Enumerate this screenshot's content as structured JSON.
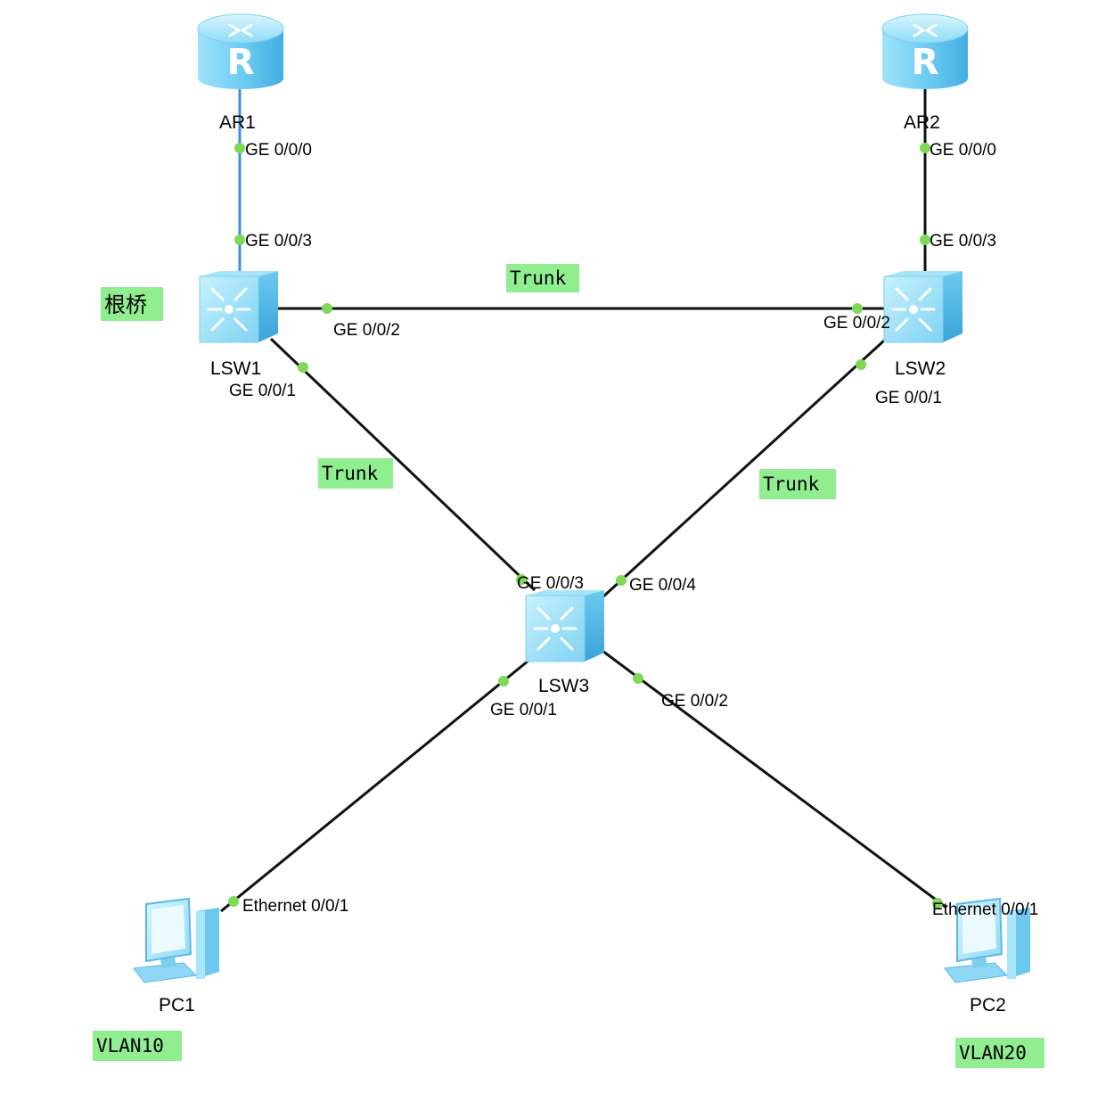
{
  "colors": {
    "link": "#111111",
    "link_uplink": "#3a8fe6",
    "port_dot": "#7ed957",
    "tag_bg": "#90ee90",
    "device_light": "#b8ecfb",
    "device_mid": "#74cdf2",
    "device_dark": "#3aa9dc"
  },
  "devices": {
    "ar1": {
      "label": "AR1",
      "icon": "router-icon"
    },
    "ar2": {
      "label": "AR2",
      "icon": "router-icon"
    },
    "lsw1": {
      "label": "LSW1",
      "icon": "switch-icon"
    },
    "lsw2": {
      "label": "LSW2",
      "icon": "switch-icon"
    },
    "lsw3": {
      "label": "LSW3",
      "icon": "switch-icon"
    },
    "pc1": {
      "label": "PC1",
      "icon": "pc-icon"
    },
    "pc2": {
      "label": "PC2",
      "icon": "pc-icon"
    }
  },
  "ports": {
    "ar1_ge000": "GE 0/0/0",
    "lsw1_ge003": "GE 0/0/3",
    "ar2_ge000": "GE 0/0/0",
    "lsw2_ge003": "GE 0/0/3",
    "lsw1_ge002": "GE 0/0/2",
    "lsw2_ge002": "GE 0/0/2",
    "lsw1_ge001": "GE 0/0/1",
    "lsw2_ge001": "GE 0/0/1",
    "lsw3_ge003": "GE 0/0/3",
    "lsw3_ge004": "GE 0/0/4",
    "lsw3_ge001": "GE 0/0/1",
    "lsw3_ge002": "GE 0/0/2",
    "pc1_eth": "Ethernet 0/0/1",
    "pc2_eth": "Ethernet 0/0/1"
  },
  "tags": {
    "root_bridge": "根桥",
    "trunk_top": "Trunk",
    "trunk_left": "Trunk",
    "trunk_right": "Trunk",
    "vlan10": "VLAN10",
    "vlan20": "VLAN20"
  }
}
